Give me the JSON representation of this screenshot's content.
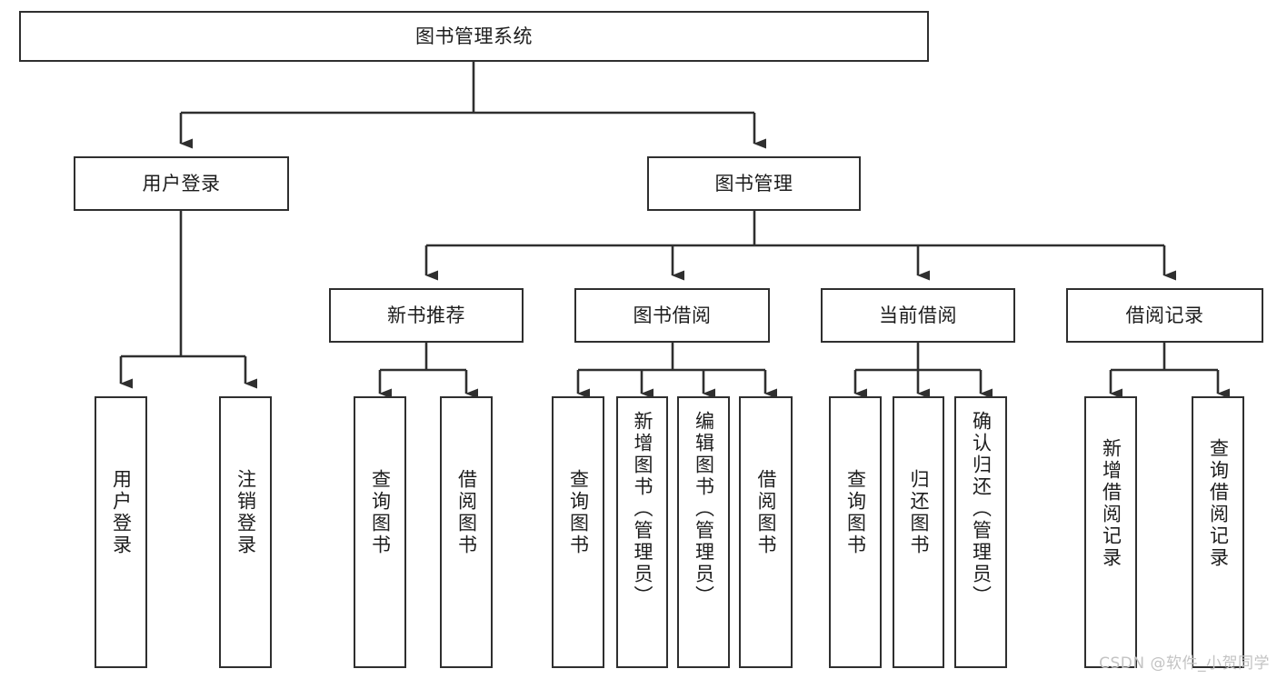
{
  "diagram": {
    "type": "tree-hierarchy-chart",
    "title": "图书管理系统",
    "stroke_color": "#2f2f2f",
    "fill_color": "#ffffff",
    "text_color": "#1d1d1d",
    "root": {
      "id": "root",
      "label": "图书管理系统"
    },
    "level2": [
      {
        "id": "user-login",
        "label": "用户登录"
      },
      {
        "id": "book-manage",
        "label": "图书管理"
      }
    ],
    "level3": [
      {
        "id": "new-book-recommend",
        "label": "新书推荐"
      },
      {
        "id": "book-borrow",
        "label": "图书借阅"
      },
      {
        "id": "current-borrow",
        "label": "当前借阅"
      },
      {
        "id": "borrow-record",
        "label": "借阅记录"
      }
    ],
    "leaves": {
      "user_login": [
        {
          "id": "leaf-user-login",
          "label": "用户登录"
        },
        {
          "id": "leaf-logout-login",
          "label": "注销登录"
        }
      ],
      "new_book_recommend": [
        {
          "id": "leaf-query-book-1",
          "label": "查询图书"
        },
        {
          "id": "leaf-borrow-book-1",
          "label": "借阅图书"
        }
      ],
      "book_borrow": [
        {
          "id": "leaf-query-book-2",
          "label": "查询图书"
        },
        {
          "id": "leaf-add-book",
          "label": "新增图书（管理员）"
        },
        {
          "id": "leaf-edit-book",
          "label": "编辑图书（管理员）"
        },
        {
          "id": "leaf-borrow-book-2",
          "label": "借阅图书"
        }
      ],
      "current_borrow": [
        {
          "id": "leaf-query-book-3",
          "label": "查询图书"
        },
        {
          "id": "leaf-return-book",
          "label": "归还图书"
        },
        {
          "id": "leaf-confirm-return",
          "label": "确认归还（管理员）"
        }
      ],
      "borrow_record": [
        {
          "id": "leaf-add-record",
          "label": "新增借阅记录"
        },
        {
          "id": "leaf-query-record",
          "label": "查询借阅记录"
        }
      ]
    }
  },
  "watermark": {
    "text": "CSDN @软件_小贺同学"
  }
}
